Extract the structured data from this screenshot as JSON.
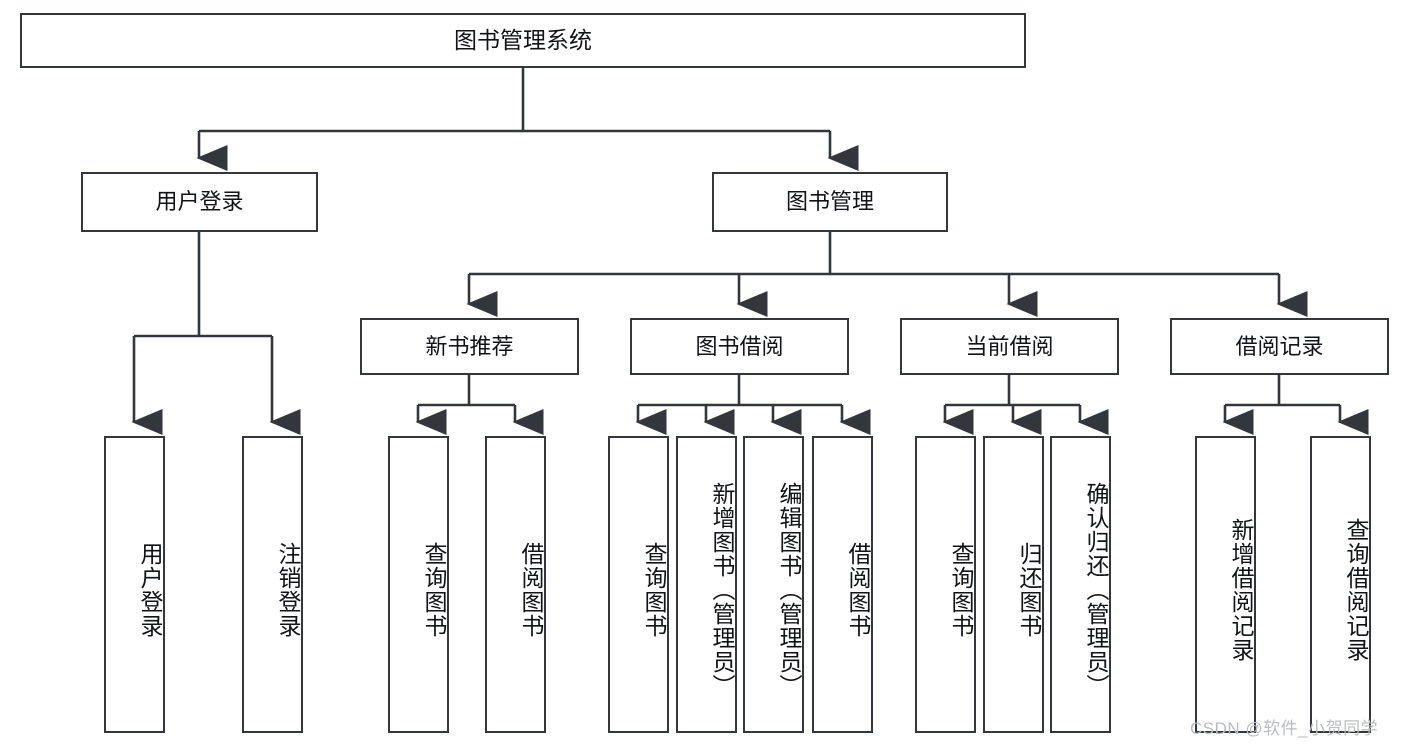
{
  "diagram": {
    "type": "hierarchy-tree",
    "title": "图书管理系统",
    "orientation": "top-down",
    "levels": 3,
    "colors": {
      "box_border": "#33363b",
      "box_fill": "#ffffff",
      "connector": "#33363b",
      "text": "#111316",
      "watermark": "#b9bcc0",
      "background": "#ffffff"
    }
  },
  "root": {
    "label": "图书管理系统"
  },
  "level1": [
    {
      "label": "用户登录"
    },
    {
      "label": "图书管理"
    }
  ],
  "level2": [
    {
      "label": "新书推荐"
    },
    {
      "label": "图书借阅"
    },
    {
      "label": "当前借阅"
    },
    {
      "label": "借阅记录"
    }
  ],
  "leaves": {
    "user_login": [
      {
        "label": "用户登录"
      },
      {
        "label": "注销登录"
      }
    ],
    "new_book_recommend": [
      {
        "label": "查询图书"
      },
      {
        "label": "借阅图书"
      }
    ],
    "book_borrow": [
      {
        "label": "查询图书"
      },
      {
        "label": "新增图书（管理员）"
      },
      {
        "label": "编辑图书（管理员）"
      },
      {
        "label": "借阅图书"
      }
    ],
    "current_borrow": [
      {
        "label": "查询图书"
      },
      {
        "label": "归还图书"
      },
      {
        "label": "确认归还（管理员）"
      }
    ],
    "borrow_record": [
      {
        "label": "新增借阅记录"
      },
      {
        "label": "查询借阅记录"
      }
    ]
  },
  "watermark": {
    "text": "CSDN @软件_小贺同学"
  }
}
